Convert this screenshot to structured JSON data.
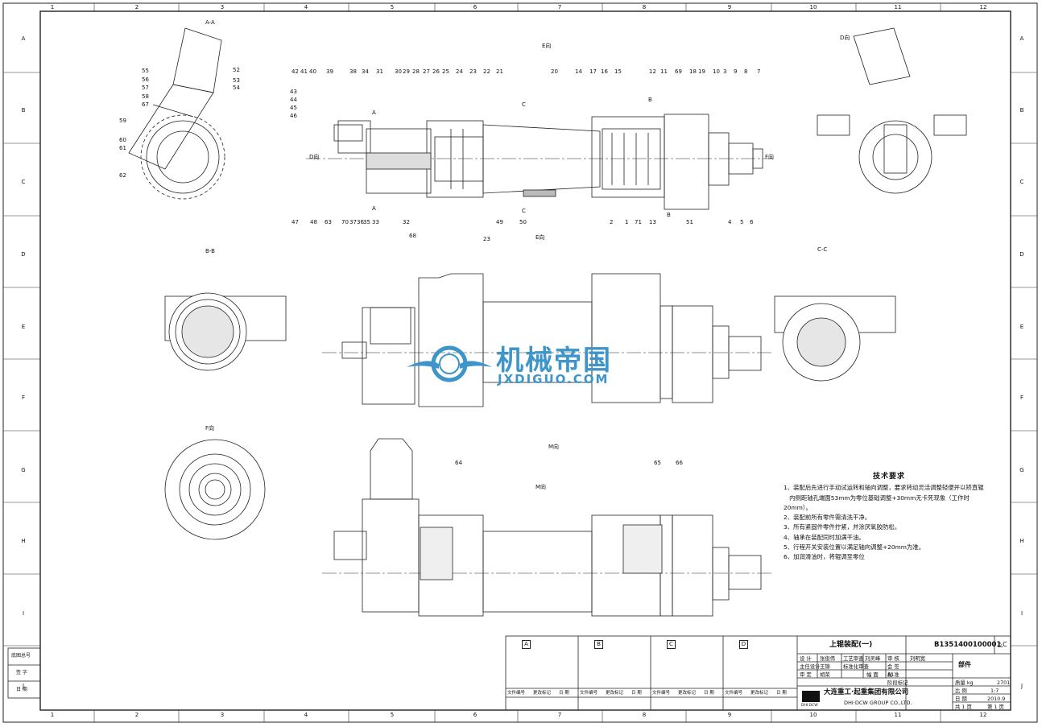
{
  "zones": {
    "columns": [
      "1",
      "2",
      "3",
      "4",
      "5",
      "6",
      "7",
      "8",
      "9",
      "10",
      "11",
      "12"
    ],
    "rows": [
      "A",
      "B",
      "C",
      "D",
      "E",
      "F",
      "G",
      "H",
      "I",
      "J"
    ]
  },
  "views": {
    "aa": "A-A",
    "dview": "D向",
    "bb": "B-B",
    "cc": "C-C",
    "fview": "F向",
    "e_top": "E向",
    "e_mid": "E向",
    "m_top": "M向",
    "m_mid": "M向",
    "d_arrow": "D向",
    "f_arrow": "F向",
    "sec_c1": "C",
    "sec_c2": "C",
    "sec_a1": "A",
    "sec_a2": "A",
    "sec_b1": "B",
    "sec_b2": "B"
  },
  "balloons": {
    "top": [
      "42",
      "41",
      "40",
      "39",
      "38",
      "34",
      "31",
      "30",
      "29",
      "28",
      "27",
      "26",
      "25",
      "24",
      "23",
      "22",
      "21",
      "20",
      "14",
      "17",
      "16",
      "15",
      "12",
      "11",
      "69",
      "18",
      "19",
      "10",
      "3",
      "9",
      "8",
      "7"
    ],
    "left": [
      "43",
      "44",
      "45",
      "46"
    ],
    "bottom": [
      "47",
      "48",
      "63",
      "70",
      "37",
      "36",
      "35",
      "33",
      "32",
      "49",
      "50",
      "2",
      "1",
      "71",
      "13",
      "51",
      "4",
      "5",
      "6"
    ],
    "aa": [
      "55",
      "56",
      "57",
      "58",
      "67",
      "52",
      "53",
      "54",
      "59",
      "60",
      "61",
      "62"
    ],
    "view_e": [
      "68",
      "23"
    ],
    "view_m": [
      "64",
      "65",
      "66"
    ]
  },
  "tech_requirements": {
    "title": "技术要求",
    "items": [
      "1、装配后先进行手动试运转和轴向调整，要求转动灵活调整轻便并以矫直辊\n   内侧距轴孔端面53mm为零位基础调整+30mm无卡死现象（工作时20mm）。",
      "2、装配前所有零件需清洗干净。",
      "3、所有紧固件零件拧紧，并涂厌氧胶防松。",
      "4、轴承在装配同时加满干油。",
      "5、行程开关安装位置以满足轴向调整+20mm为准。",
      "6、加润滑油时，将辊调至零位"
    ]
  },
  "title_block": {
    "drawing_title": "上辊装配(一)",
    "drawing_number": "B1351400100001",
    "revision": "△C",
    "type": "部件",
    "company_cn": "大连重工·起重集团有限公司",
    "company_en": "DHI·DCW GROUP CO.,LTD.",
    "sig_rows": [
      [
        "设  计",
        "张俊伟",
        "工艺审查",
        "刘灵峰",
        "审  核",
        "刘明宽"
      ],
      [
        "主任设计",
        "王锦",
        "标准化审查",
        "",
        "会  签",
        ""
      ],
      [
        "审  定",
        "胡荣",
        "",
        "",
        "批  准",
        ""
      ]
    ],
    "weight_label": "质量 kg",
    "weight_value": "2701",
    "scale_label": "比  例",
    "scale_value": "1:7",
    "date_label": "日  期",
    "date_value": "2010.9",
    "sheets_total": "共 1 页",
    "sheet_no": "第 1 页",
    "format_label": "幅  面",
    "format_value": "A1",
    "mark_label": "阶段标记",
    "rev_headers": [
      "文件编号",
      "更改标记",
      "日  期"
    ],
    "rev_symbols": [
      "A",
      "B",
      "C",
      "D"
    ],
    "left_labels": [
      "底图总号",
      "签  字",
      "日  期"
    ],
    "logo_text": "DHI·DCW"
  },
  "watermark": {
    "cn": "机械帝国",
    "en": "JXDIGUO.COM"
  }
}
